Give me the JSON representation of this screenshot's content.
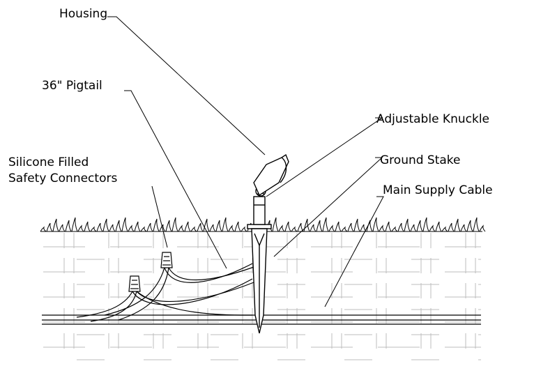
{
  "labels": {
    "housing": "Housing",
    "pigtail": "36\" Pigtail",
    "knuckle": "Adjustable Knuckle",
    "stake": "Ground Stake",
    "connectors_line1": "Silicone Filled",
    "connectors_line2": "Safety Connectors",
    "supply_cable": "Main Supply Cable"
  }
}
